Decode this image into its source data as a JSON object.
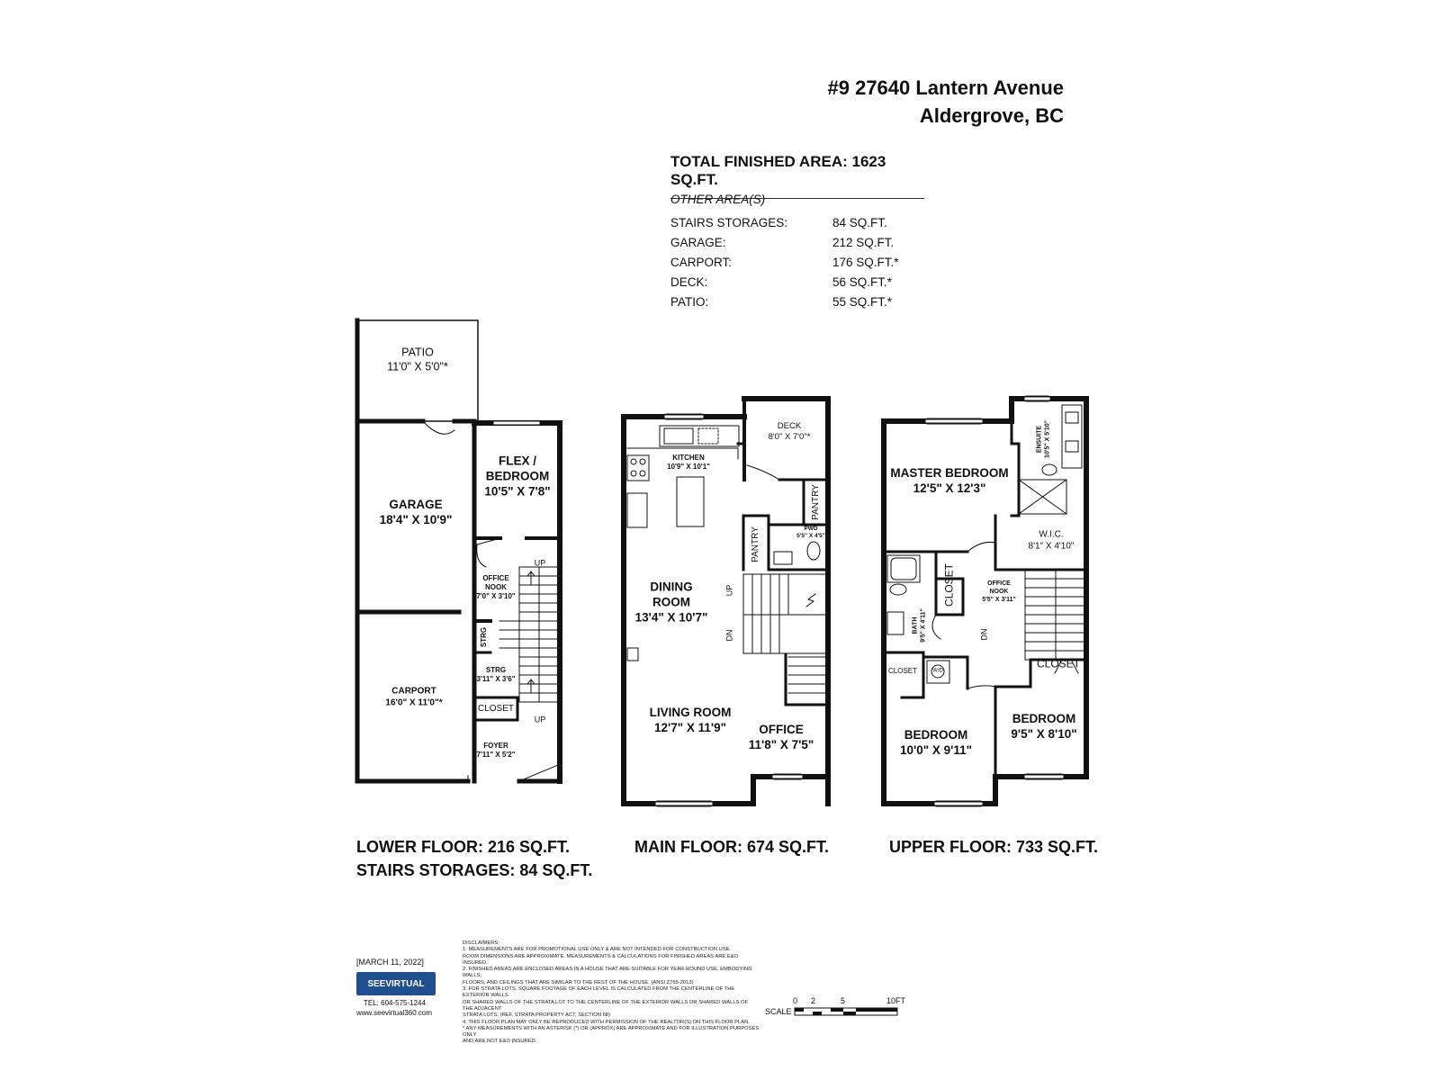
{
  "header": {
    "address_line1": "#9 27640 Lantern Avenue",
    "address_line2": "Aldergrove, BC",
    "total_finished_area": "TOTAL FINISHED AREA:  1623 SQ.FT."
  },
  "other_areas": {
    "heading": "OTHER AREA(S)",
    "rows": [
      {
        "label": "STAIRS STORAGES:",
        "value": "84 SQ.FT."
      },
      {
        "label": "GARAGE:",
        "value": "212 SQ.FT."
      },
      {
        "label": "CARPORT:",
        "value": "176 SQ.FT.*"
      },
      {
        "label": "DECK:",
        "value": "56 SQ.FT.*"
      },
      {
        "label": "PATIO:",
        "value": "55 SQ.FT.*"
      }
    ]
  },
  "lower_floor": {
    "patio": {
      "name": "PATIO",
      "dim": "11'0\" X 5'0\"*"
    },
    "garage": {
      "name": "GARAGE",
      "dim": "18'4\" X 10'9\""
    },
    "flex": {
      "name1": "FLEX /",
      "name2": "BEDROOM",
      "dim": "10'5\" X 7'8\""
    },
    "office_nook": {
      "name1": "OFFICE",
      "name2": "NOOK",
      "dim": "7'0\" X 3'10\""
    },
    "carport": {
      "name": "CARPORT",
      "dim": "16'0\" X 11'0\"*"
    },
    "strg_small": "STRG",
    "strg": {
      "name": "STRG",
      "dim": "3'11\" X 3'6\""
    },
    "closet": "CLOSET",
    "foyer": {
      "name": "FOYER",
      "dim": "7'11\" X 5'2\""
    },
    "up1": "UP",
    "up2": "UP",
    "summary1": "LOWER FLOOR: 216 SQ.FT.",
    "summary2": "STAIRS STORAGES: 84 SQ.FT."
  },
  "main_floor": {
    "kitchen": {
      "name": "KITCHEN",
      "dim": "10'9\" X 10'1\""
    },
    "deck": {
      "name": "DECK",
      "dim": "8'0\" X 7'0\"*"
    },
    "pantry1": "PANTRY",
    "pantry2": "PANTRY",
    "pwd": {
      "name": "PWD",
      "dim": "5'5\" X 4'5\""
    },
    "dining": {
      "name1": "DINING",
      "name2": "ROOM",
      "dim": "13'4\" X 10'7\""
    },
    "living": {
      "name": "LIVING ROOM",
      "dim": "12'7\" X 11'9\""
    },
    "office": {
      "name": "OFFICE",
      "dim": "11'8\" X 7'5\""
    },
    "up": "UP",
    "dn": "DN",
    "summary": "MAIN FLOOR: 674 SQ.FT."
  },
  "upper_floor": {
    "master": {
      "name": "MASTER BEDROOM",
      "dim": "12'5\" X 12'3\""
    },
    "ensuite": {
      "name": "ENSUITE",
      "dim": "10'5\" X 5'10\""
    },
    "wic": {
      "name": "W.I.C.",
      "dim": "8'1\" X 4'10\""
    },
    "closet_v": "CLOSET",
    "office_nook": {
      "name1": "OFFICE",
      "name2": "NOOK",
      "dim": "5'5\" X 3'11\""
    },
    "bath": {
      "name": "BATH",
      "dim": "9'5\" X 4'11\""
    },
    "wd": "W/D",
    "closet_small": "CLOSET",
    "closet_right": "CLOSET",
    "bedroom1": {
      "name": "BEDROOM",
      "dim": "10'0\" X 9'11\""
    },
    "bedroom2": {
      "name": "BEDROOM",
      "dim": "9'5\" X 8'10\""
    },
    "dn": "DN",
    "summary": "UPPER FLOOR: 733 SQ.FT."
  },
  "footer": {
    "date": "[MARCH 11, 2022]",
    "logo_text": "SEEVIRTUAL",
    "tel": "TEL: 604-575-1244",
    "website": "www.seevirtual360.com",
    "disclaimer_title": "DISCLAIMERS:",
    "disclaimers": [
      "1. MEASUREMENTS ARE FOR PROMOTIONAL USE ONLY & ARE NOT INTENDED FOR CONSTRUCTION USE.",
      "ROOM DIMENSIONS ARE APPROXIMATE. MEASUREMENTS & CALCULATIONS FOR FINISHED AREAS ARE E&O INSURED.",
      "2. FINISHED AREAS ARE ENCLOSED AREAS IN A HOUSE THAT ARE SUITABLE FOR YEAR-ROUND USE, EMBODYING WALLS,",
      "FLOORS, AND CEILINGS THAT ARE SIMILAR TO THE REST OF THE HOUSE. (ANSI Z765-2013)",
      "3. FOR STRATA LOTS, SQUARE FOOTAGE OF EACH LEVEL IS CALCULATED FROM THE CENTERLINE OF THE EXTERIOR WALLS",
      "OR SHARED WALLS OF THE STRATA LOT TO THE CENTERLINE OF THE EXTERIOR WALLS OR SHARED WALLS OF THE ADJACENT",
      "STRATA LOTS. (REF. STRATA PROPERTY ACT, SECTION 68)",
      "4. THIS FLOOR PLAN MAY ONLY BE REPRODUCED WITH PERMISSION OF THE REALTOR(S) ON THIS FLOOR PLAN.",
      "* ANY MEASUREMENTS WITH AN ASTERISK (*) OR (APPROX) ARE APPROXIMATE AND FOR ILLUSTRATION PURPOSES ONLY",
      "AND ARE NOT E&O INSURED."
    ],
    "scale_label": "SCALE",
    "scale_ticks": [
      "0",
      "2",
      "5",
      "10FT"
    ]
  }
}
